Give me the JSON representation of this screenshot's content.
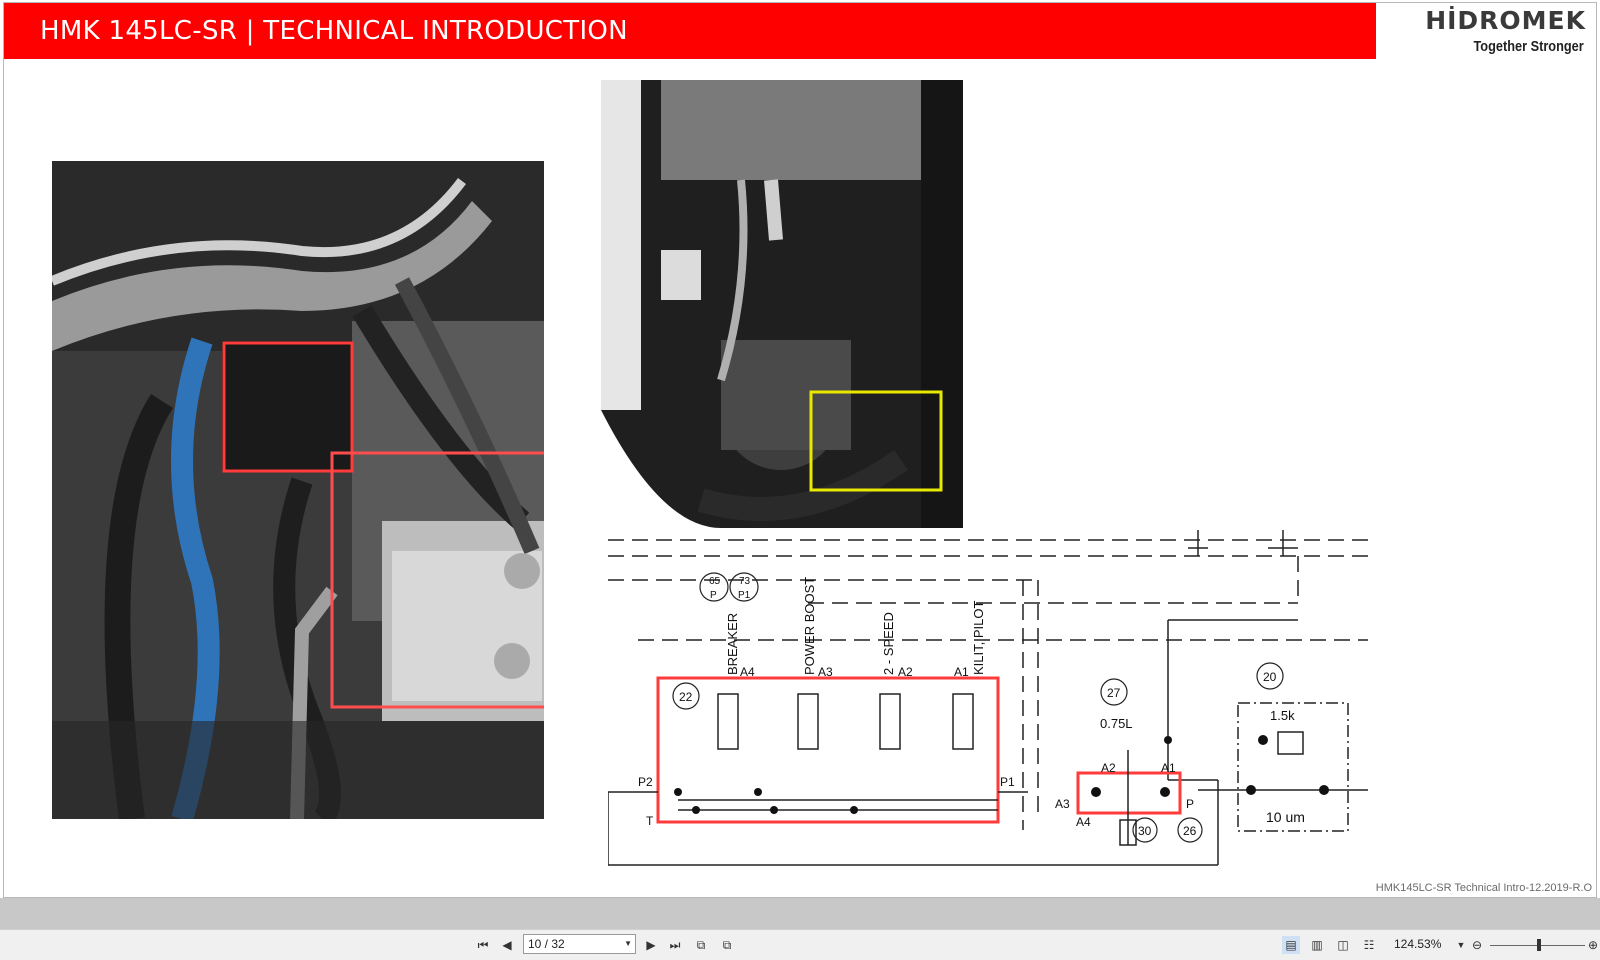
{
  "header": {
    "title": "HMK 145LC-SR | TECHNICAL INTRODUCTION",
    "brand": "HİDROMEK",
    "tagline": "Together Stronger",
    "bar_color": "#ff0000"
  },
  "schematic": {
    "signals": [
      "BREAKER",
      "POWER BOOST",
      "2 - SPEED",
      "KILIT, PILOT"
    ],
    "ports_top": [
      "A4",
      "A3",
      "A2",
      "A1"
    ],
    "callouts": [
      "65",
      "73",
      "22",
      "27",
      "20",
      "30",
      "26"
    ],
    "callout_ports": [
      "P",
      "P1"
    ],
    "side_ports": [
      "P2",
      "T",
      "P1"
    ],
    "accumulator_volume": "0.75L",
    "relief_setting": "1.5k",
    "filter_rating": "10 um",
    "block_ports": [
      "A2",
      "A1",
      "A3",
      "A4",
      "P"
    ]
  },
  "footer": {
    "doc_ref": "HMK145LC-SR Technical Intro-12.2019-R.O"
  },
  "toolbar": {
    "page_value": "10 / 32",
    "zoom_value": "124.53%",
    "icons": [
      "first-page-icon",
      "prev-page-icon",
      "next-page-icon",
      "last-page-icon",
      "prev-view-icon",
      "next-view-icon",
      "single-page-icon",
      "continuous-icon",
      "facing-icon",
      "continuous-facing-icon",
      "zoom-out-icon",
      "zoom-in-icon"
    ]
  },
  "highlight_colors": {
    "red": "#ff3b3b",
    "yellow": "#e8e800"
  }
}
